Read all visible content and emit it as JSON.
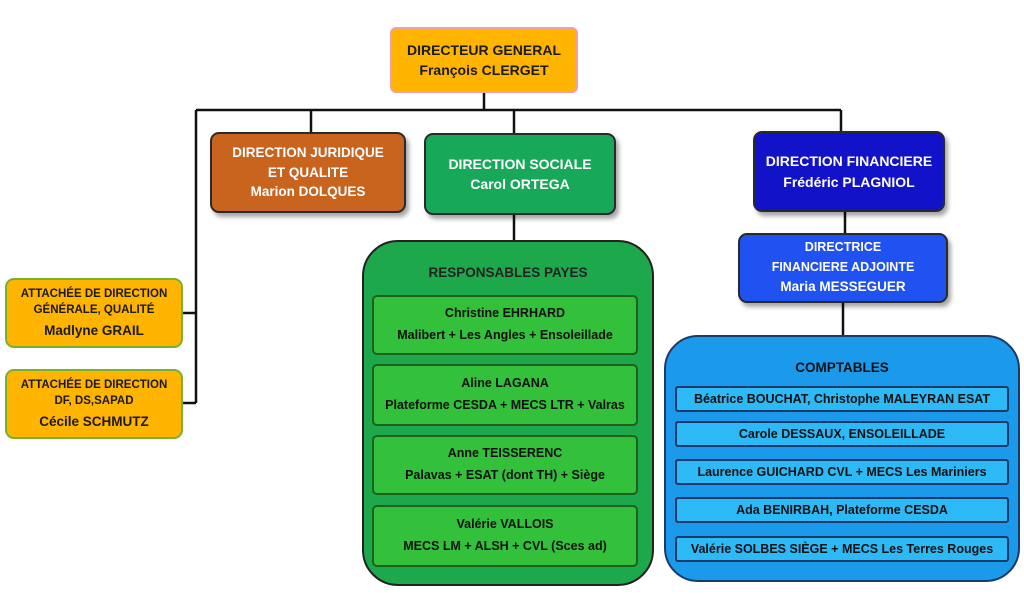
{
  "directeur_general": {
    "title": "DIRECTEUR GENERAL",
    "name": "François CLERGET"
  },
  "direction_juridique": {
    "line1": "DIRECTION JURIDIQUE",
    "line2": "ET QUALITE",
    "name": "Marion DOLQUES"
  },
  "direction_sociale": {
    "title": "DIRECTION  SOCIALE",
    "name": "Carol ORTEGA"
  },
  "direction_financiere": {
    "title": "DIRECTION FINANCIERE",
    "name": "Frédéric PLAGNIOL"
  },
  "directrice_adjointe": {
    "line1": "DIRECTRICE",
    "line2": "FINANCIERE ADJOINTE",
    "name": "Maria MESSEGUER"
  },
  "attachees": [
    {
      "line1": "ATTACHÉE DE DIRECTION",
      "line2": "GÉNÉRALE, QUALITÉ",
      "name": "Madlyne GRAIL"
    },
    {
      "line1": "ATTACHÉE DE DIRECTION",
      "line2": "DF, DS,SAPAD",
      "name": "Cécile SCHMUTZ"
    }
  ],
  "responsables_payes": {
    "title": "RESPONSABLES  PAYES",
    "items": [
      {
        "name": "Christine  EHRHARD",
        "detail": "Malibert + Les Angles + Ensoleillade"
      },
      {
        "name": "Aline LAGANA",
        "detail": "Plateforme CESDA + MECS LTR + Valras"
      },
      {
        "name": "Anne TEISSERENC",
        "detail": "Palavas + ESAT (dont TH) + Siège"
      },
      {
        "name": "Valérie VALLOIS",
        "detail": "MECS LM + ALSH + CVL (Sces ad)"
      }
    ]
  },
  "comptables": {
    "title": "COMPTABLES",
    "items": [
      "Béatrice BOUCHAT, Christophe MALEYRAN ESAT",
      "Carole DESSAUX, ENSOLEILLADE",
      "Laurence GUICHARD CVL + MECS Les Mariniers",
      "Ada BENIRBAH, Plateforme CESDA",
      "Valérie SOLBES  SIÈGE + MECS Les Terres Rouges"
    ]
  }
}
